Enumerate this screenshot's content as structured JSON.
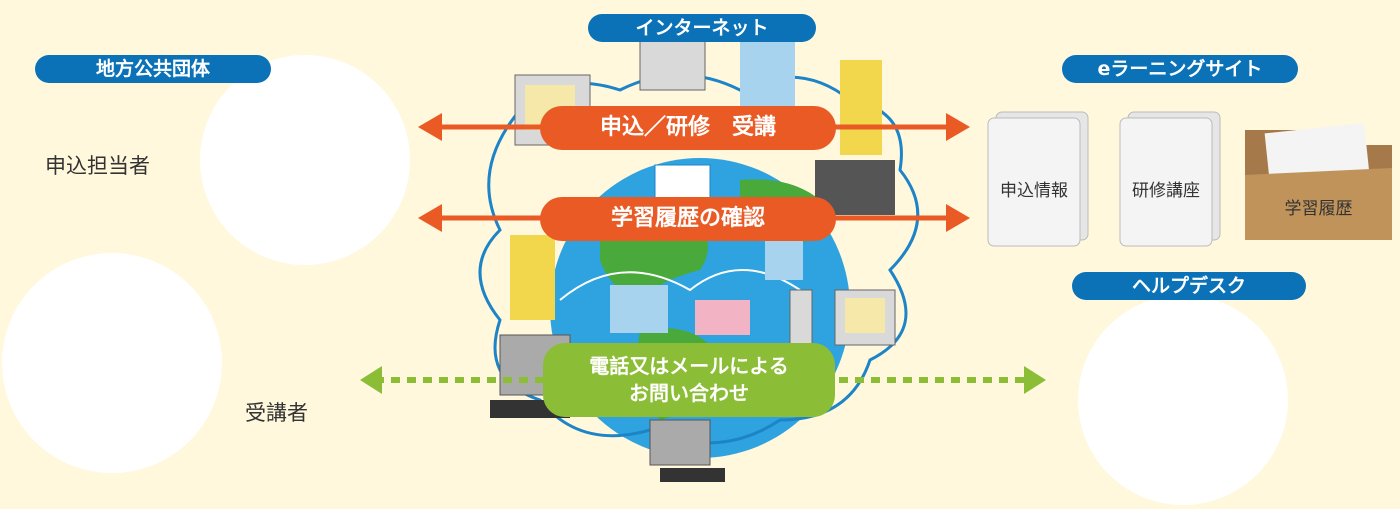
{
  "labels": {
    "internet": "インターネット",
    "local_government": "地方公共団体",
    "elearning_site": "eラーニングサイト",
    "help_desk": "ヘルプデスク"
  },
  "roles": {
    "applicant": "申込担当者",
    "trainee": "受講者"
  },
  "flows": {
    "apply_training": "申込／研修　受講",
    "history_check": "学習履歴の確認",
    "inquiry_line1": "電話又はメールによる",
    "inquiry_line2": "お問い合わせ"
  },
  "documents": {
    "application_info": "申込情報",
    "training_courses": "研修講座",
    "learning_history": "学習履歴"
  },
  "colors": {
    "background": "#fff8dd",
    "pill_blue": "#0b72b8",
    "arrow_orange": "#ea5a25",
    "inquiry_green": "#8cbd36",
    "globe_blue": "#2ea3e0"
  }
}
